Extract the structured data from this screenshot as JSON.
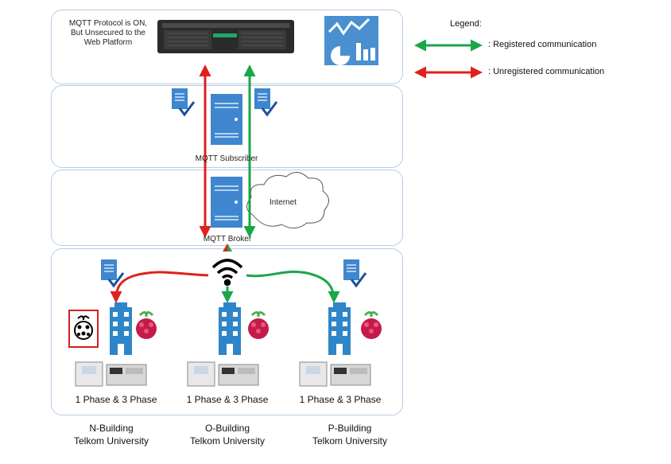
{
  "server_note": [
    "MQTT Protocol is ON,",
    "But Unsecured to the",
    "Web Platform"
  ],
  "legend": {
    "title": "Legend:",
    "registered": ": Registered communication",
    "unregistered": ": Unregistered communication"
  },
  "nodes": {
    "subscriber": "MQTT Subscriber",
    "broker": "MQTT Broker",
    "internet": "Internet"
  },
  "meter_label": "1 Phase & 3 Phase",
  "buildings": [
    {
      "name": "N-Building",
      "org": "Telkom University"
    },
    {
      "name": "O-Building",
      "org": "Telkom University"
    },
    {
      "name": "P-Building",
      "org": "Telkom University"
    }
  ],
  "colors": {
    "registered": "#1aa64a",
    "unregistered": "#e0211c",
    "layer_border": "#b9cde3",
    "building_blue": "#2e86c9",
    "raspberry": "#c51a4a"
  },
  "icons": [
    "server-rack-icon",
    "dashboard-chart-icon",
    "document-check-icon",
    "server-tower-icon",
    "cloud-icon",
    "wifi-icon",
    "office-building-icon",
    "raspberry-pi-icon",
    "energy-meter-icon"
  ]
}
